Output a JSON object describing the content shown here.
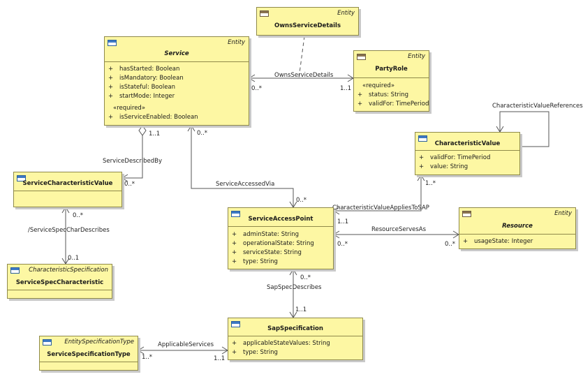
{
  "classes": {
    "owns_service_details": {
      "stereotype": "Entity",
      "name": "OwnsServiceDetails"
    },
    "service": {
      "stereotype": "Entity",
      "name": "Service",
      "attributes": [
        {
          "vis": "+",
          "text": "hasStarted: Boolean"
        },
        {
          "vis": "+",
          "text": "isMandatory: Boolean"
        },
        {
          "vis": "+",
          "text": "isStateful: Boolean"
        },
        {
          "vis": "+",
          "text": "startMode: Integer"
        }
      ],
      "group": "«required»",
      "group_attributes": [
        {
          "vis": "+",
          "text": "isServiceEnabled: Boolean"
        }
      ]
    },
    "party_role": {
      "stereotype": "Entity",
      "name": "PartyRole",
      "group": "«required»",
      "group_attributes": [
        {
          "vis": "+",
          "text": "status: String"
        },
        {
          "vis": "+",
          "text": "validFor: TimePeriod"
        }
      ]
    },
    "characteristic_value": {
      "name": "CharacteristicValue",
      "attributes": [
        {
          "vis": "+",
          "text": "validFor: TimePeriod"
        },
        {
          "vis": "+",
          "text": "value: String"
        }
      ]
    },
    "service_characteristic_value": {
      "name": "ServiceCharacteristicValue"
    },
    "service_access_point": {
      "name": "ServiceAccessPoint",
      "attributes": [
        {
          "vis": "+",
          "text": "adminState: String"
        },
        {
          "vis": "+",
          "text": "operationalState: String"
        },
        {
          "vis": "+",
          "text": "serviceState: String"
        },
        {
          "vis": "+",
          "text": "type: String"
        }
      ]
    },
    "resource": {
      "stereotype": "Entity",
      "name": "Resource",
      "attributes": [
        {
          "vis": "+",
          "text": "usageState: Integer"
        }
      ]
    },
    "service_spec_characteristic": {
      "stereotype": "CharacteristicSpecification",
      "name": "ServiceSpecCharacteristic"
    },
    "sap_specification": {
      "name": "SapSpecification",
      "attributes": [
        {
          "vis": "+",
          "text": "applicableStateValues: String"
        },
        {
          "vis": "+",
          "text": "type: String"
        }
      ]
    },
    "service_specification_type": {
      "stereotype": "EntitySpecificationType",
      "name": "ServiceSpecificationType"
    }
  },
  "associations": {
    "owns_service_details": {
      "label": "OwnsServiceDetails",
      "mult_service": "0..*",
      "mult_party": "1..1"
    },
    "characteristic_value_references": {
      "label": "CharacteristicValueReferences"
    },
    "service_described_by": {
      "label": "ServiceDescribedBy",
      "mult_service": "1..1",
      "mult_scv": "0..*"
    },
    "service_accessed_via": {
      "label": "ServiceAccessedVia",
      "mult_service": "0..*",
      "mult_sap": "0..*"
    },
    "char_value_applies_to_sap": {
      "label": "CharacteristicValueAppliesToSAP",
      "mult_cv": "1..*",
      "mult_sap": "1..1"
    },
    "spec_char_describes": {
      "label": "/ServiceSpecCharDescribes",
      "mult_scv": "0..*",
      "mult_ssc": "0..1"
    },
    "resource_serves_as": {
      "label": "ResourceServesAs",
      "mult_sap": "0..*",
      "mult_resource": "0..*"
    },
    "sap_spec_describes": {
      "label": "SapSpecDescribes",
      "mult_sap": "0..*",
      "mult_spec": "1..1"
    },
    "applicable_services": {
      "label": "ApplicableServices",
      "mult_sst": "1..*",
      "mult_spec": "1..1"
    }
  }
}
